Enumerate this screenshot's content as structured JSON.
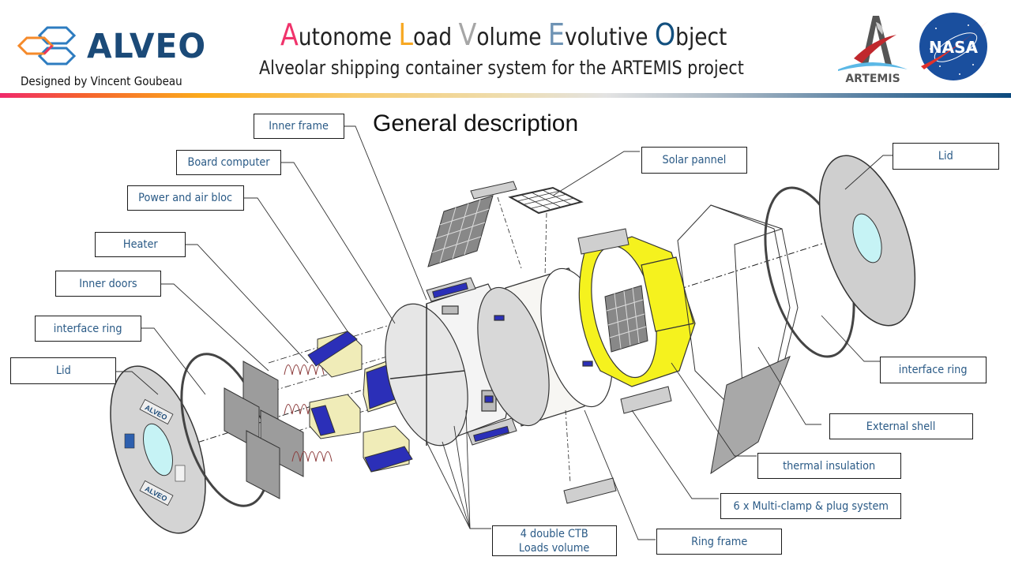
{
  "header": {
    "brand": "ALVEO",
    "designer": "Designed by Vincent Goubeau",
    "title_parts": [
      {
        "cap": "A",
        "rest": "utonome ",
        "color": "#f0336b"
      },
      {
        "cap": "L",
        "rest": "oad ",
        "color": "#f7a823"
      },
      {
        "cap": "V",
        "rest": "olume ",
        "color": "#a6a6a6"
      },
      {
        "cap": "E",
        "rest": "volutive ",
        "color": "#6e93b4"
      },
      {
        "cap": "O",
        "rest": "bject",
        "color": "#13507f"
      }
    ],
    "subtitle": "Alveolar shipping container system for the ARTEMIS project",
    "partner_logos": [
      "ARTEMIS",
      "NASA"
    ]
  },
  "section_title": "General description",
  "colors": {
    "callout_text": "#2a5a86",
    "brand_blue": "#1b4a78",
    "insulation_yellow": "#f5f21e",
    "module_blue": "#2b2fb8",
    "window_cyan": "#c6f3f5"
  },
  "callouts": {
    "inner_frame": "Inner frame",
    "board_computer": "Board computer",
    "power_air_bloc": "Power and air bloc",
    "heater": "Heater",
    "inner_doors": "Inner doors",
    "interface_ring_left": "interface ring",
    "lid_left": "Lid",
    "solar_pannel": "Solar pannel",
    "lid_right": "Lid",
    "interface_ring_right": "interface ring",
    "external_shell": "External shell",
    "thermal_insulation": "thermal insulation",
    "multi_clamp": "6 x Multi-clamp & plug system",
    "ring_frame": "Ring frame",
    "ctb_line1": "4 double CTB",
    "ctb_line2": "Loads volume"
  },
  "lid_labels": [
    "ALVEO",
    "ALVEO"
  ]
}
